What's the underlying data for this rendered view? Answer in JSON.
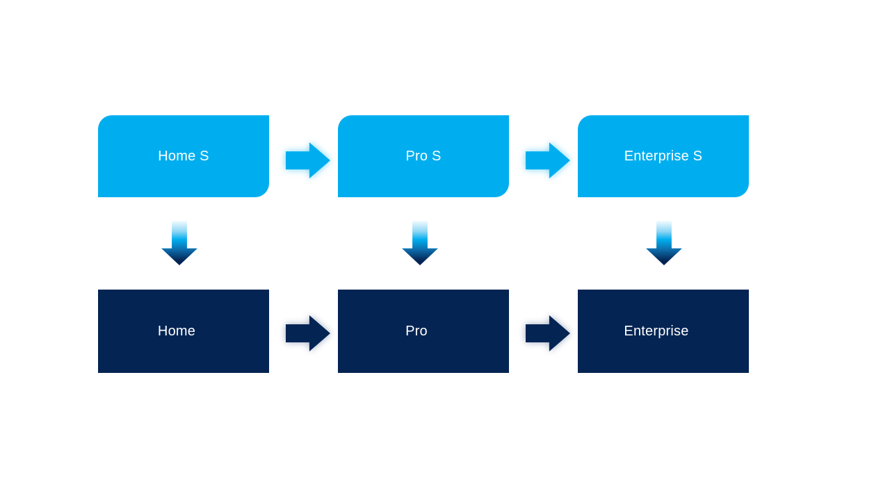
{
  "colors": {
    "background": "#ffffff",
    "light_blue": "#00AEEF",
    "dark_navy": "#042453",
    "label_text": "#ffffff"
  },
  "diagram": {
    "type": "process-upgrade-flow",
    "top_row": {
      "items": [
        {
          "label": "Home S"
        },
        {
          "label": "Pro S"
        },
        {
          "label": "Enterprise S"
        }
      ]
    },
    "bottom_row": {
      "items": [
        {
          "label": "Home"
        },
        {
          "label": "Pro"
        },
        {
          "label": "Enterprise"
        }
      ]
    }
  }
}
